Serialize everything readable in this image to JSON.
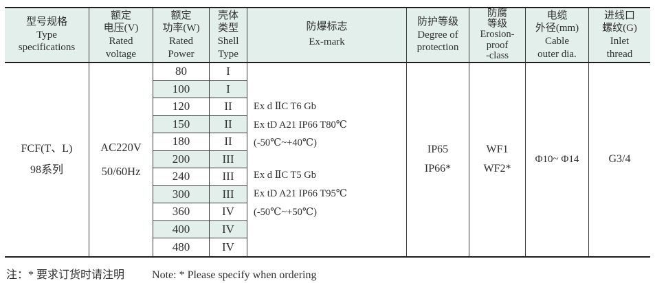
{
  "header": {
    "type_specifications": "型号规格\nType\nspecifications",
    "rated_voltage": "额定\n电压(V)\nRated\nvoltage",
    "rated_power": "额定\n功率(W)\nRated\nPower",
    "shell_type": "壳体\n类型\nShell\nType",
    "ex_mark": "防爆标志\nEx-mark",
    "degree_of_protection": "防护等级\nDegree of\nprotection",
    "erosion_proof_class": "防腐\n等级\nErosion-\nproof\n-class",
    "cable_outer_dia": "电缆\n外径(mm)\nCable\nouter dia.",
    "inlet_thread": "进线口\n螺纹(G)\nInlet\nthread"
  },
  "body": {
    "type_specification": "FCF(T、L)\n98系列",
    "rated_voltage": "AC220V\n50/60Hz",
    "rows": [
      {
        "power": "80",
        "shell": "I"
      },
      {
        "power": "100",
        "shell": "I"
      },
      {
        "power": "120",
        "shell": "II"
      },
      {
        "power": "150",
        "shell": "II"
      },
      {
        "power": "180",
        "shell": "II"
      },
      {
        "power": "200",
        "shell": "III"
      },
      {
        "power": "240",
        "shell": "III"
      },
      {
        "power": "300",
        "shell": "III"
      },
      {
        "power": "360",
        "shell": "IV"
      },
      {
        "power": "400",
        "shell": "IV"
      },
      {
        "power": "480",
        "shell": "IV"
      }
    ],
    "ex_mark": {
      "block1": "Ex d ⅡC T6 Gb\nEx tD A21 IP66 T80℃(-50℃~+40℃)",
      "block2": "Ex d ⅡC T5 Gb\nEx tD A21 IP66 T95℃(-50℃~+50℃)"
    },
    "degree_of_protection": "IP65\nIP66*",
    "erosion_proof_class": "WF1\nWF2*",
    "cable_outer_dia": "Φ10~ Φ14",
    "inlet_thread": "G3/4"
  },
  "footer": {
    "note_zh": "注：* 要求订货时请注明",
    "note_en": "Note: * Please specify when ordering"
  },
  "colors": {
    "header_bg": "#e3efeb",
    "stripe_bg": "#e3efeb",
    "border_thick": "#1d1d1d",
    "border_thin": "#3a3a3a",
    "text": "#2e2e2e"
  }
}
